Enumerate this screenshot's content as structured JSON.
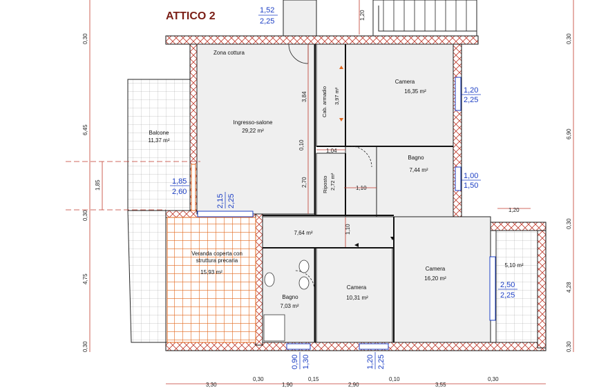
{
  "title": "ATTICO 2",
  "rooms": {
    "zona_cottura": "Zona cottura",
    "ingresso": {
      "name": "Ingresso-salone",
      "area": "29,22 m²"
    },
    "cab_armadio": {
      "name": "Cab. armadio",
      "area": "3,97 m²"
    },
    "camera1": {
      "name": "Camera",
      "area": "16,35 m²"
    },
    "balcone": {
      "name": "Balcone",
      "area": "11,37 m²"
    },
    "bagno1": {
      "name": "Bagno",
      "area": "7,44 m²"
    },
    "ripostiglio": {
      "name": "Riposto",
      "area": "2,72 m²"
    },
    "disimpegno": {
      "area": "7,64 m²"
    },
    "veranda": {
      "name_line1": "Veranda coperta con",
      "name_line2": "struttura precaria",
      "area": "15,93 m²"
    },
    "bagno2": {
      "name": "Bagno",
      "area": "7,03 m²"
    },
    "camera2": {
      "name": "Camera",
      "area": "10,31 m²"
    },
    "camera3": {
      "name": "Camera",
      "area": "16,20 m²"
    },
    "terrazzino": {
      "area": "5,10 m²"
    }
  },
  "windows": {
    "top": {
      "w": "1,52",
      "h": "2,25"
    },
    "camera1": {
      "w": "1,20",
      "h": "2,25"
    },
    "bagno1": {
      "w": "1,00",
      "h": "1,50"
    },
    "balcone": {
      "w": "1,85",
      "h": "2,60"
    },
    "veranda": {
      "w": "2,15",
      "h": "2,25"
    },
    "camera3": {
      "w": "2,50",
      "h": "2,25"
    },
    "bagno2": {
      "w": "0,90",
      "h": "1,30"
    },
    "camera2": {
      "w": "1,20",
      "h": "2,25"
    }
  },
  "dims": {
    "top_stair": "1,20",
    "left_030_top": "0,30",
    "left_645": "6,45",
    "left_030_mid": "0,30",
    "left_475": "4,75",
    "left_030_bot": "0,30",
    "left_185": "1,85",
    "right_030_top": "0,30",
    "right_690": "6,90",
    "right_030_mid": "0,30",
    "right_428": "4,28",
    "right_030_bot": "0,30",
    "right_120": "1,20",
    "inner_384": "3,84",
    "inner_010": "0,10",
    "inner_270": "2,70",
    "inner_104": "1,04",
    "inner_110h": "1,10",
    "inner_110v": "1,10",
    "bottom": [
      "3,30",
      "0,30",
      "1,90",
      "0,15",
      "2,90",
      "0,10",
      "3,55",
      "0,30"
    ]
  }
}
